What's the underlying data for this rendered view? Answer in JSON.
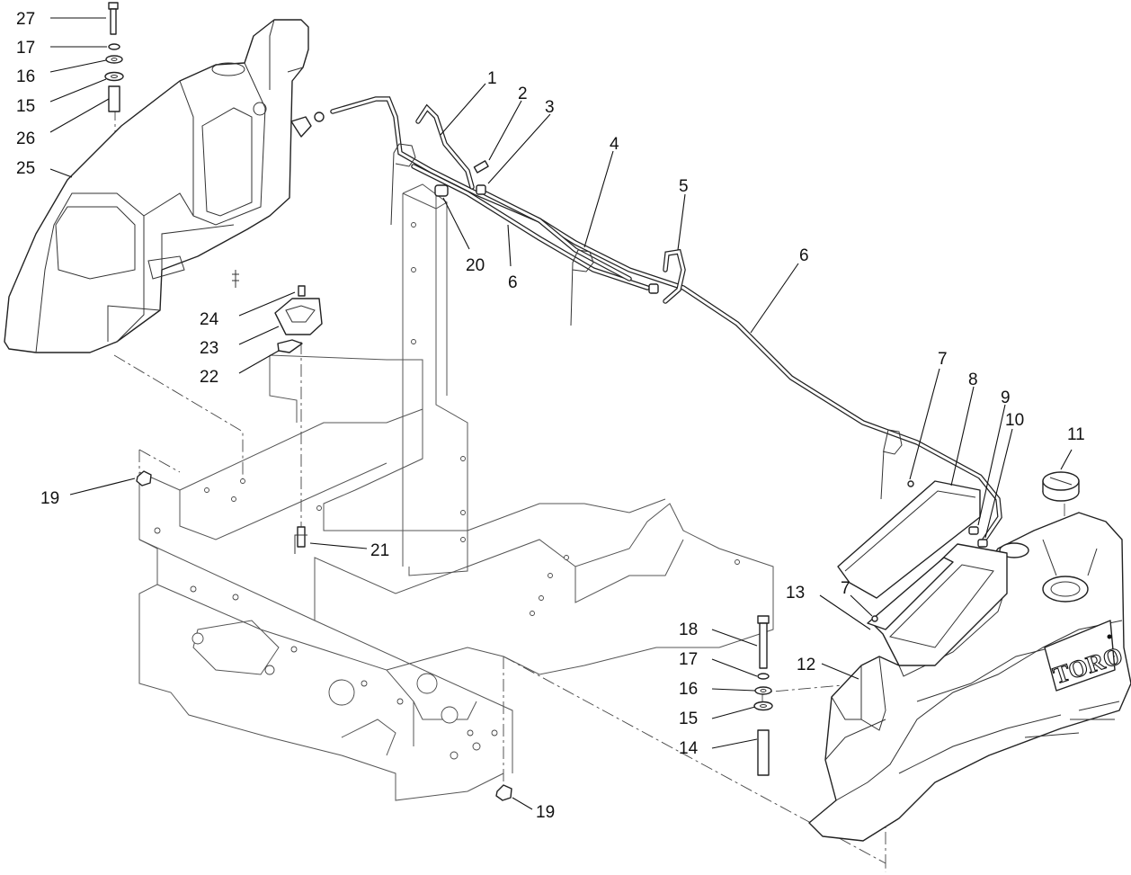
{
  "brand_text": "TORO",
  "callouts": [
    {
      "id": "c27",
      "label": "27"
    },
    {
      "id": "c17a",
      "label": "17"
    },
    {
      "id": "c16a",
      "label": "16"
    },
    {
      "id": "c15a",
      "label": "15"
    },
    {
      "id": "c26",
      "label": "26"
    },
    {
      "id": "c25",
      "label": "25"
    },
    {
      "id": "c1",
      "label": "1"
    },
    {
      "id": "c2",
      "label": "2"
    },
    {
      "id": "c3",
      "label": "3"
    },
    {
      "id": "c4",
      "label": "4"
    },
    {
      "id": "c5",
      "label": "5"
    },
    {
      "id": "c6a",
      "label": "6"
    },
    {
      "id": "c6b",
      "label": "6"
    },
    {
      "id": "c20",
      "label": "20"
    },
    {
      "id": "c24",
      "label": "24"
    },
    {
      "id": "c23",
      "label": "23"
    },
    {
      "id": "c22",
      "label": "22"
    },
    {
      "id": "c19a",
      "label": "19"
    },
    {
      "id": "c21",
      "label": "21"
    },
    {
      "id": "c7a",
      "label": "7"
    },
    {
      "id": "c8",
      "label": "8"
    },
    {
      "id": "c9",
      "label": "9"
    },
    {
      "id": "c10",
      "label": "10"
    },
    {
      "id": "c11",
      "label": "11"
    },
    {
      "id": "c7b",
      "label": "7"
    },
    {
      "id": "c13",
      "label": "13"
    },
    {
      "id": "c12",
      "label": "12"
    },
    {
      "id": "c18",
      "label": "18"
    },
    {
      "id": "c17b",
      "label": "17"
    },
    {
      "id": "c16b",
      "label": "16"
    },
    {
      "id": "c15b",
      "label": "15"
    },
    {
      "id": "c14",
      "label": "14"
    },
    {
      "id": "c19b",
      "label": "19"
    }
  ]
}
